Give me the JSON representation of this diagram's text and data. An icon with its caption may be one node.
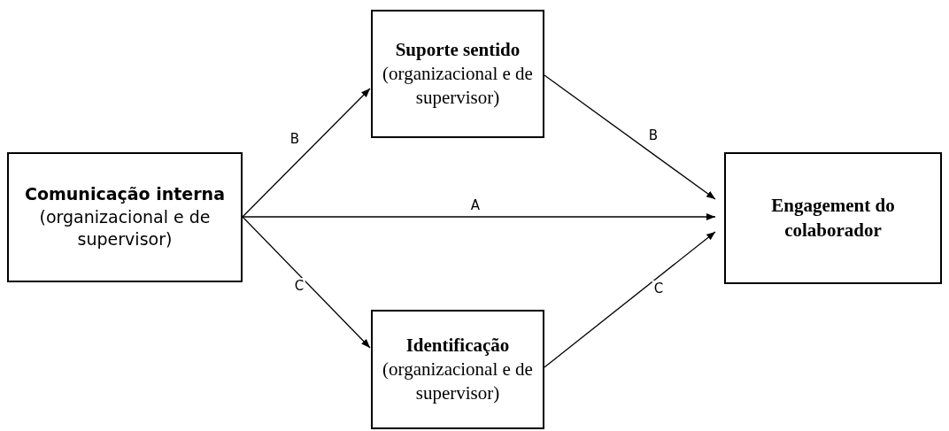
{
  "diagram": {
    "nodes": [
      {
        "text": [
          "Comunicação interna",
          "(organizacional e de supervisor)"
        ]
      },
      {
        "text": [
          "Suporte sentido",
          "(organizacional e de supervisor)"
        ]
      },
      {
        "text": [
          "Engagement do colaborador"
        ]
      },
      {
        "text": [
          "Identificação",
          "(organizacional e de supervisor)"
        ]
      }
    ],
    "edges": [
      {
        "from": 0,
        "to": 1,
        "arrow": "to",
        "label": "B"
      },
      {
        "from": 1,
        "to": 2,
        "arrow": "to",
        "label": "B"
      },
      {
        "from": 0,
        "to": 2,
        "arrow": "to",
        "label": "A"
      },
      {
        "from": 0,
        "to": 3,
        "arrow": "to",
        "label": "C"
      },
      {
        "from": 3,
        "to": 2,
        "arrow": "to",
        "label": "C"
      }
    ]
  }
}
